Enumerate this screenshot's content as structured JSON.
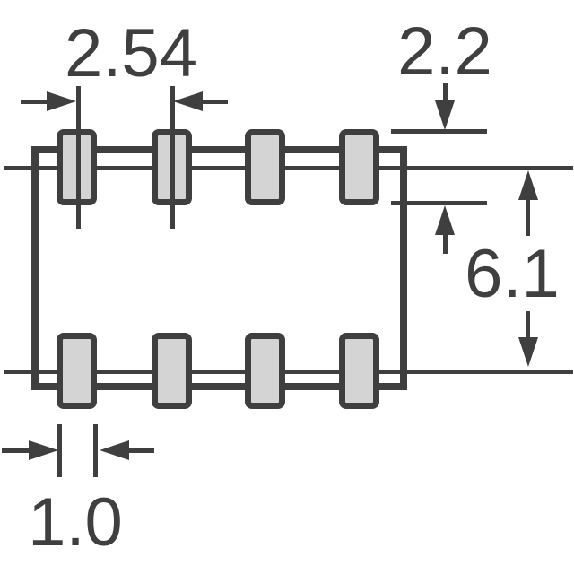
{
  "annotations": {
    "pitch": "2.54",
    "pad_height": "2.2",
    "row_spacing": "6.1",
    "pad_width": "1.0"
  },
  "colors": {
    "line": "#3f3f3f",
    "pad_fill": "#d4d4d4",
    "background": "#ffffff"
  }
}
